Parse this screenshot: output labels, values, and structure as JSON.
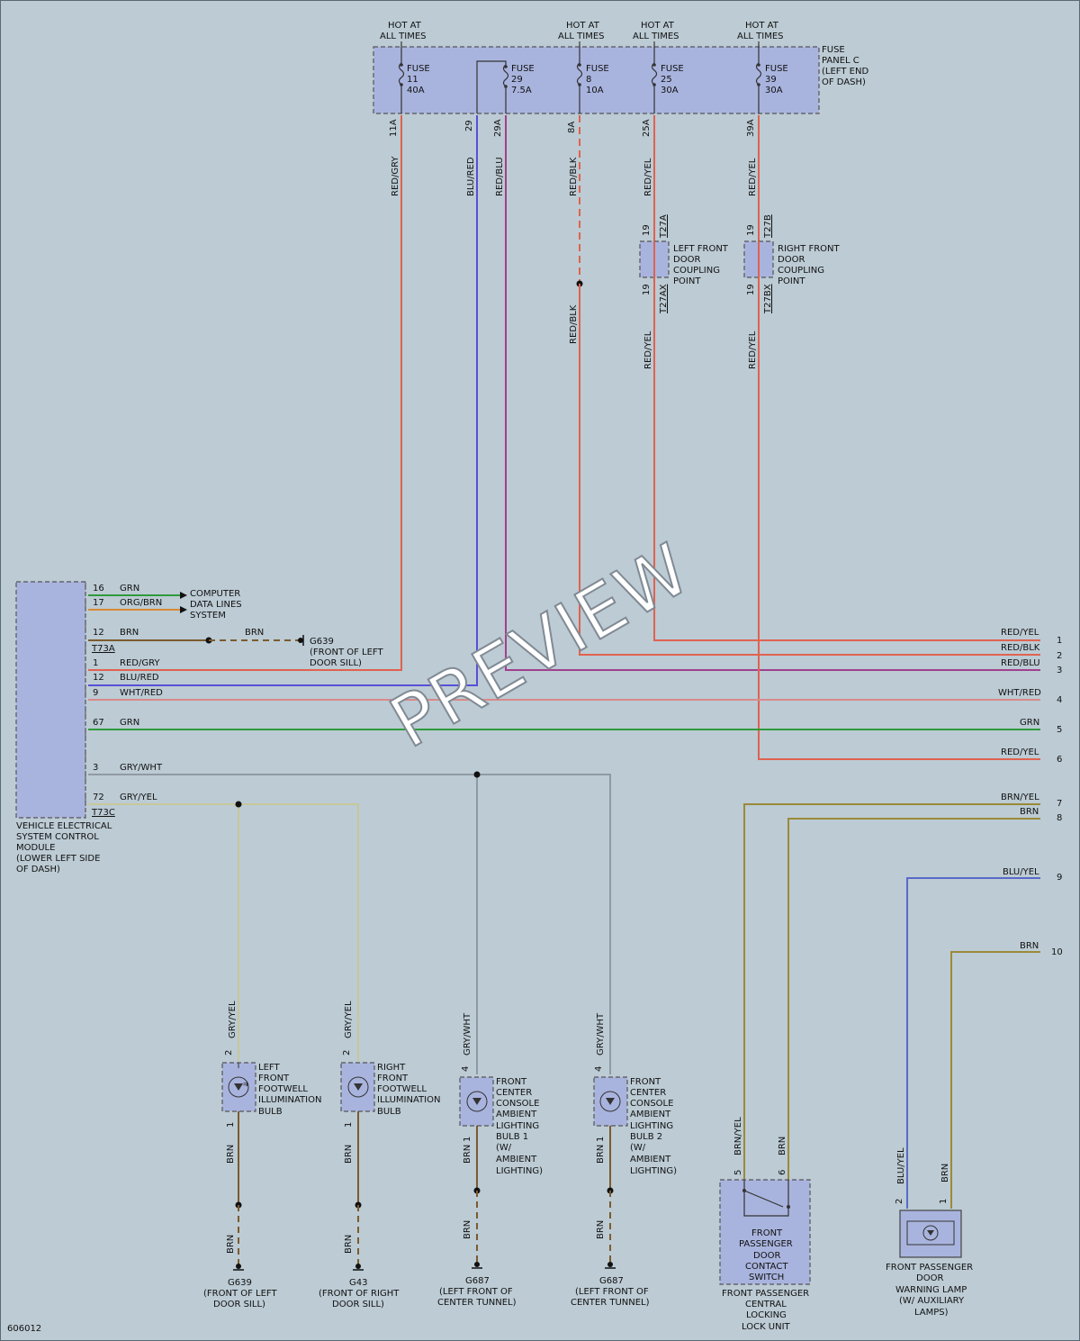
{
  "diagram_id": "606012",
  "watermark": "PREVIEW",
  "colors": {
    "background": "#bccbd4",
    "component_fill": "#a9b4de",
    "red": "#e0624f",
    "blue": "#5a4fd6",
    "purple": "#a23f8c",
    "green": "#2f9a3a",
    "brown": "#7b5b2e",
    "orange_stripe": "#d98a34",
    "grey_wire": "#8f9aa3",
    "grey_yel": "#c7c79a",
    "brn_yel": "#9a8a3a",
    "blue_yel": "#5a6ac8",
    "wht_red": "#d98a8a"
  },
  "hot": "HOT AT",
  "all_times": "ALL TIMES",
  "fuse_word": "FUSE",
  "fuse_panel": [
    "FUSE",
    "PANEL C",
    "(LEFT END",
    "OF DASH)"
  ],
  "fuses": [
    {
      "num": "11",
      "amps": "40A",
      "term": "11A"
    },
    {
      "num": "29",
      "amps": "7.5A",
      "term": "29A",
      "term2": "29"
    },
    {
      "num": "8",
      "amps": "10A",
      "term": "8A"
    },
    {
      "num": "25",
      "amps": "30A",
      "term": "25A"
    },
    {
      "num": "39",
      "amps": "30A",
      "term": "39A"
    }
  ],
  "wire_labels": {
    "red_gry": "RED/GRY",
    "blu_red": "BLU/RED",
    "red_blu": "RED/BLU",
    "red_blk": "RED/BLK",
    "red_yel": "RED/YEL",
    "gry_yel": "GRY/YEL",
    "gry_wht": "GRY/WHT",
    "brn": "BRN",
    "brn_yel": "BRN/YEL",
    "blu_yel": "BLU/YEL",
    "grn": "GRN",
    "org_brn": "ORG/BRN",
    "wht_red": "WHT/RED"
  },
  "coupling": {
    "left": {
      "lines": [
        "LEFT FRONT",
        "DOOR",
        "COUPLING",
        "POINT"
      ],
      "top_conn": "T27A",
      "bot_conn": "T27AX",
      "pin": "19"
    },
    "right": {
      "lines": [
        "RIGHT FRONT",
        "DOOR",
        "COUPLING",
        "POINT"
      ],
      "top_conn": "T27B",
      "bot_conn": "T27BX",
      "pin": "19"
    }
  },
  "module": {
    "lines": [
      "VEHICLE ELECTRICAL",
      "SYSTEM CONTROL",
      "MODULE",
      "(LOWER LEFT SIDE",
      "OF DASH)"
    ],
    "conn_a": "T73A",
    "conn_c": "T73C",
    "pins": [
      "16",
      "17",
      "12",
      "1",
      "12",
      "9",
      "67",
      "3",
      "72"
    ]
  },
  "computer_data": [
    "COMPUTER",
    "DATA LINES",
    "SYSTEM"
  ],
  "g639_short": "G639",
  "g639_desc": [
    "(FRONT OF LEFT",
    "DOOR SILL)"
  ],
  "right_edge": [
    {
      "label": "RED/YEL",
      "num": "1"
    },
    {
      "label": "RED/BLK",
      "num": "2"
    },
    {
      "label": "RED/BLU",
      "num": "3"
    },
    {
      "label": "WHT/RED",
      "num": "4"
    },
    {
      "label": "GRN",
      "num": "5"
    },
    {
      "label": "RED/YEL",
      "num": "6"
    },
    {
      "label": "BRN/YEL",
      "num": "7"
    },
    {
      "label": "BRN",
      "num": "8"
    },
    {
      "label": "BLU/YEL",
      "num": "9"
    },
    {
      "label": "BRN",
      "num": "10"
    }
  ],
  "bulbs": [
    {
      "lines": [
        "LEFT",
        "FRONT",
        "FOOTWELL",
        "ILLUMINATION",
        "BULB"
      ],
      "pin_top": "2",
      "pin_bot": "1",
      "wire_top": "GRY/YEL",
      "ground": "G639",
      "ground_desc": [
        "(FRONT OF LEFT",
        "DOOR SILL)"
      ]
    },
    {
      "lines": [
        "RIGHT",
        "FRONT",
        "FOOTWELL",
        "ILLUMINATION",
        "BULB"
      ],
      "pin_top": "2",
      "pin_bot": "1",
      "wire_top": "GRY/YEL",
      "ground": "G43",
      "ground_desc": [
        "(FRONT OF RIGHT",
        "DOOR SILL)"
      ]
    },
    {
      "lines": [
        "FRONT",
        "CENTER",
        "CONSOLE",
        "AMBIENT",
        "LIGHTING",
        "BULB 1",
        "(W/",
        "AMBIENT",
        "LIGHTING)"
      ],
      "pin_top": "4",
      "pin_bot": "1",
      "wire_top": "GRY/WHT",
      "ground": "G687",
      "ground_desc": [
        "(LEFT FRONT OF",
        "CENTER TUNNEL)"
      ]
    },
    {
      "lines": [
        "FRONT",
        "CENTER",
        "CONSOLE",
        "AMBIENT",
        "LIGHTING",
        "BULB 2",
        "(W/",
        "AMBIENT",
        "LIGHTING)"
      ],
      "pin_top": "4",
      "pin_bot": "1",
      "wire_top": "GRY/WHT",
      "ground": "G687",
      "ground_desc": [
        "(LEFT FRONT OF",
        "CENTER TUNNEL)"
      ]
    }
  ],
  "door_switch": {
    "inner": [
      "FRONT",
      "PASSENGER",
      "DOOR",
      "CONTACT",
      "SWITCH"
    ],
    "outer": [
      "FRONT PASSENGER",
      "CENTRAL",
      "LOCKING",
      "LOCK UNIT"
    ],
    "pin_a": "5",
    "pin_b": "6"
  },
  "warning_lamp": {
    "lines": [
      "FRONT PASSENGER",
      "DOOR",
      "WARNING LAMP",
      "(W/ AUXILIARY",
      "LAMPS)"
    ],
    "pin_a": "2",
    "pin_b": "1"
  }
}
